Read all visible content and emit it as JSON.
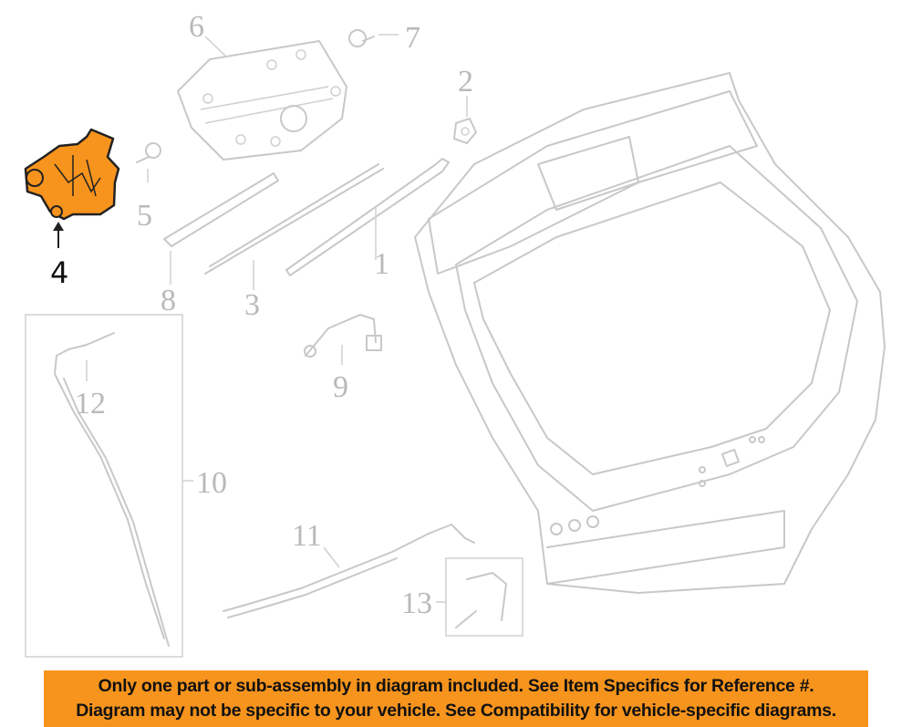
{
  "diagram": {
    "highlighted_part": "4",
    "callouts": [
      "1",
      "2",
      "3",
      "4",
      "5",
      "6",
      "7",
      "8",
      "9",
      "10",
      "11",
      "12",
      "13"
    ],
    "highlight_color": "#f7941d"
  },
  "banner": {
    "line1": "Only one part or sub-assembly in diagram included. See Item Specifics for Reference #.",
    "line2": "Diagram may not be specific to your vehicle. See Compatibility for vehicle-specific diagrams.",
    "color": "#f7941d"
  }
}
